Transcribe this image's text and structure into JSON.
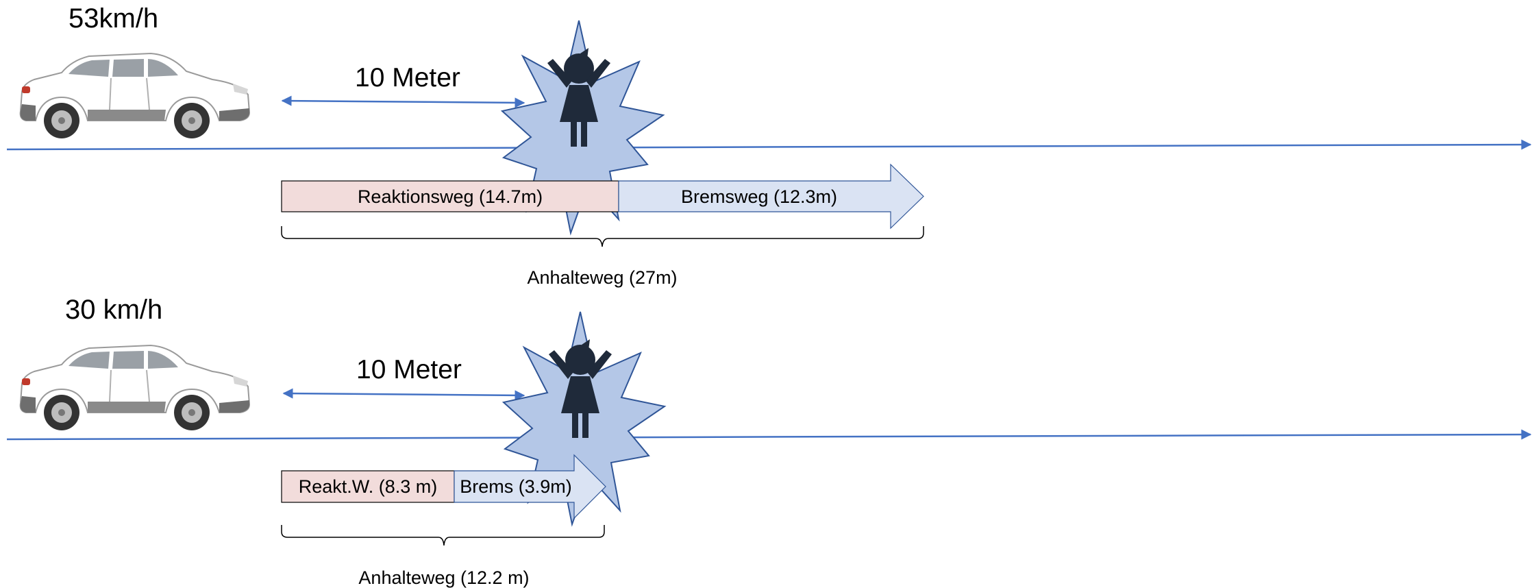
{
  "colors": {
    "line": "#4472C4",
    "reaction_fill": "#F2DCDB",
    "brake_fill": "#DAE3F3",
    "burst_fill": "#B4C7E7",
    "burst_stroke": "#2F5597",
    "figure": "#1F2A3A"
  },
  "scenarios": [
    {
      "speed": "53km/h",
      "distance_label": "10 Meter",
      "reaction_label": "Reaktionsweg (14.7m)",
      "brake_label": "Bremsweg (12.3m)",
      "total_label": "Anhalteweg (27m)"
    },
    {
      "speed": "30 km/h",
      "distance_label": "10 Meter",
      "reaction_label": "Reakt.W. (8.3 m)",
      "brake_label": "Brems (3.9m)",
      "total_label": "Anhalteweg (12.2 m)"
    }
  ],
  "icons": [
    "car-icon",
    "child-icon",
    "burst-icon"
  ]
}
